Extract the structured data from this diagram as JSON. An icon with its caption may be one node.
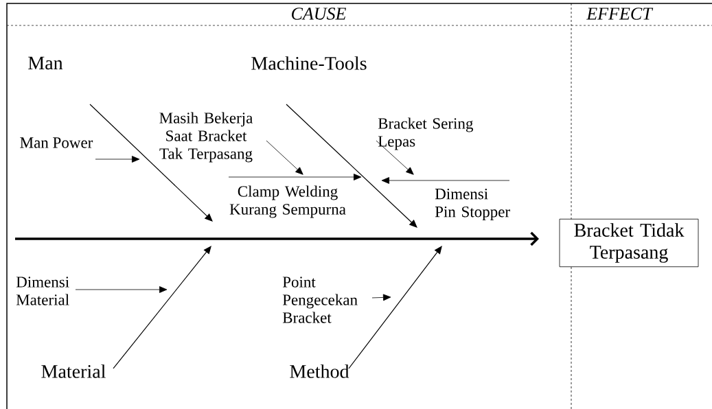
{
  "diagram": {
    "nodes": [
      {
        "text": [
          "Man"
        ]
      },
      {
        "text": [
          "Machine-Tools"
        ]
      },
      {
        "text": [
          "Man Power"
        ]
      },
      {
        "text": [
          "Masih Bekerja Saat Bracket Tak Terpasang"
        ]
      },
      {
        "text": [
          "Bracket Sering Lepas"
        ]
      },
      {
        "text": [
          "Clamp Welding Kurang Sempurna"
        ]
      },
      {
        "text": [
          "Dimensi Pin Stopper"
        ]
      },
      {
        "text": [
          "Dimensi Material"
        ]
      },
      {
        "text": [
          "Point Pengecekan Bracket"
        ]
      },
      {
        "text": [
          "Material"
        ]
      },
      {
        "text": [
          "Method"
        ]
      },
      {
        "text": [
          "Bracket Tidak Terpasang"
        ]
      }
    ],
    "edges": [
      {
        "from": 0,
        "to": null,
        "arrow": "to"
      },
      {
        "from": 1,
        "to": null,
        "arrow": "to"
      },
      {
        "from": 2,
        "to": null,
        "arrow": "to"
      },
      {
        "from": 3,
        "to": 5,
        "arrow": "to"
      },
      {
        "from": 4,
        "to": null,
        "arrow": "to"
      },
      {
        "from": 5,
        "to": null,
        "arrow": "to"
      },
      {
        "from": 6,
        "to": null,
        "arrow": "to"
      },
      {
        "from": 7,
        "to": null,
        "arrow": "to"
      },
      {
        "from": 8,
        "to": null,
        "arrow": "to"
      },
      {
        "from": 9,
        "to": null,
        "arrow": "to"
      },
      {
        "from": 10,
        "to": null,
        "arrow": "to"
      },
      {
        "from": null,
        "to": 11,
        "arrow": "to",
        "style": "thick"
      }
    ],
    "labels": [
      "CAUSE",
      "EFFECT"
    ]
  }
}
